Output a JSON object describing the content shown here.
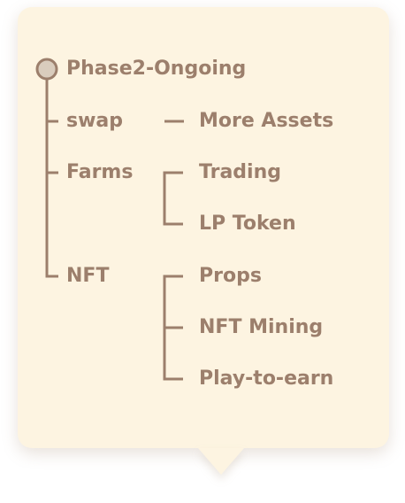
{
  "root": {
    "label": "Phase2-Ongoing"
  },
  "branches": [
    {
      "label": "swap",
      "children": [
        "More Assets"
      ]
    },
    {
      "label": "Farms",
      "children": [
        "Trading",
        "LP Token"
      ]
    },
    {
      "label": "NFT",
      "children": [
        "Props",
        "NFT Mining",
        "Play-to-earn"
      ]
    }
  ],
  "colors": {
    "card": "#fdf4e1",
    "line": "#9c7f6c",
    "node_fill": "#d9ccbd",
    "text": "#9c7f6c"
  }
}
